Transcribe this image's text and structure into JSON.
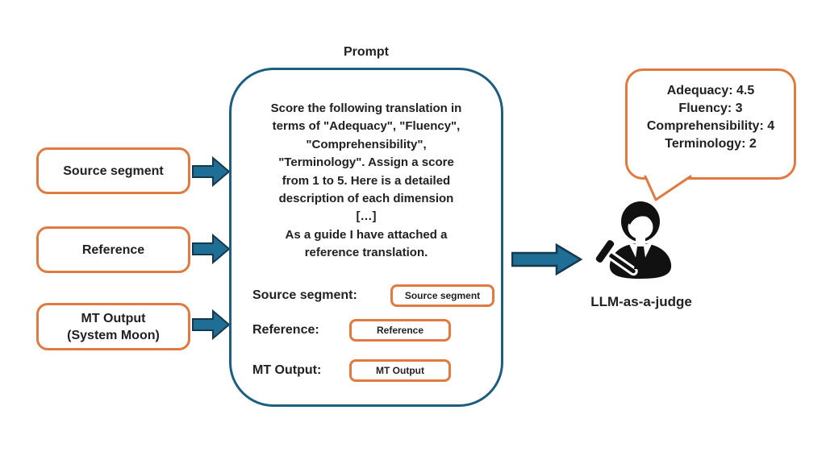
{
  "palette": {
    "orange": "#DF7A41",
    "teal_arrow_fill": "#1F6E96",
    "teal_arrow_outline": "#15384E",
    "prompt_border_teal": "#1B5E7E",
    "text": "#232020",
    "judge_icon": "#111111"
  },
  "inputs": [
    {
      "label": "Source segment"
    },
    {
      "label": "Reference"
    },
    {
      "label": "MT Output\n(System Moon)"
    }
  ],
  "prompt": {
    "title": "Prompt",
    "body": "Score the following translation in\nterms of \"Adequacy\", \"Fluency\",\n\"Comprehensibility\",\n\"Terminology\". Assign a score\nfrom 1 to 5. Here is a detailed\ndescription of each dimension\n[…]\nAs a guide I have attached a\nreference translation.",
    "fields": [
      {
        "label": "Source segment:",
        "value": "Source segment"
      },
      {
        "label": "Reference:",
        "value": "Reference"
      },
      {
        "label": "MT Output:",
        "value": "MT Output"
      }
    ]
  },
  "output_bubble": {
    "lines": "Adequacy: 4.5\nFluency: 3\nComprehensibility: 4\nTerminology: 2"
  },
  "judge": {
    "label": "LLM-as-a-judge"
  }
}
